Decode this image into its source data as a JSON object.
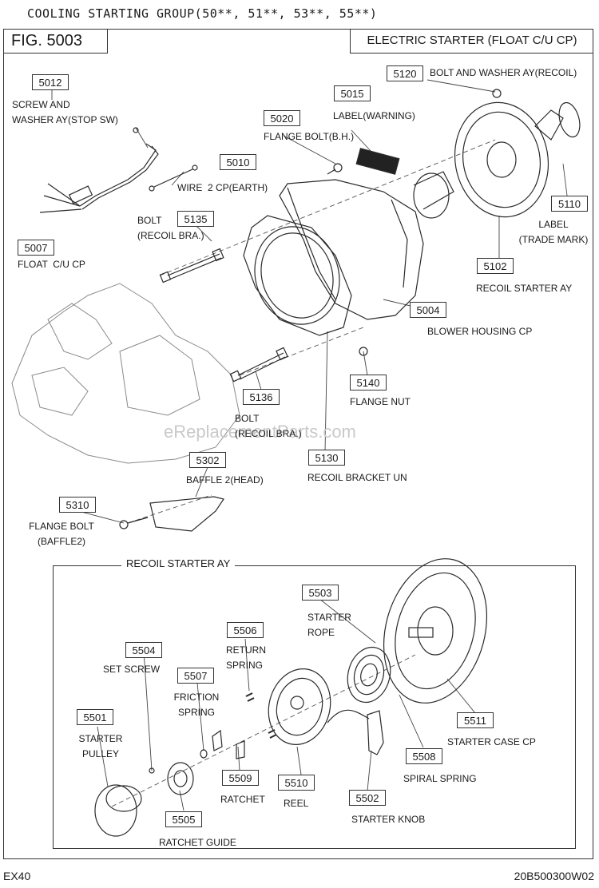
{
  "header": {
    "group_title": "COOLING STARTING GROUP(50**, 51**, 53**, 55**)",
    "figure": "FIG. 5003",
    "subtitle": "ELECTRIC STARTER (FLOAT C/U CP)"
  },
  "parts": {
    "p5012": {
      "number": "5012",
      "name": "SCREW AND\nWASHER AY(STOP SW)"
    },
    "p5007": {
      "number": "5007",
      "name": "FLOAT  C/U CP"
    },
    "p5010": {
      "number": "5010",
      "name": "WIRE  2 CP(EARTH)"
    },
    "p5135": {
      "number": "5135",
      "name": "BOLT\n(RECOIL BRA.)"
    },
    "p5020": {
      "number": "5020",
      "name": "FLANGE BOLT(B.H.)"
    },
    "p5015": {
      "number": "5015",
      "name": "LABEL(WARNING)"
    },
    "p5120": {
      "number": "5120",
      "name": "BOLT AND WASHER AY(RECOIL)"
    },
    "p5110": {
      "number": "5110",
      "name": "LABEL\n(TRADE MARK)"
    },
    "p5102": {
      "number": "5102",
      "name": "RECOIL STARTER AY"
    },
    "p5004": {
      "number": "5004",
      "name": "BLOWER HOUSING CP"
    },
    "p5140": {
      "number": "5140",
      "name": "FLANGE NUT"
    },
    "p5136": {
      "number": "5136",
      "name": "BOLT\n(RECOIL BRA.)"
    },
    "p5130": {
      "number": "5130",
      "name": "RECOIL BRACKET UN"
    },
    "p5302": {
      "number": "5302",
      "name": "BAFFLE 2(HEAD)"
    },
    "p5310": {
      "number": "5310",
      "name": "FLANGE BOLT\n(BAFFLE2)"
    },
    "p5503": {
      "number": "5503",
      "name": "STARTER\nROPE"
    },
    "p5506": {
      "number": "5506",
      "name": "RETURN\nSPRING"
    },
    "p5504": {
      "number": "5504",
      "name": "SET SCREW"
    },
    "p5507": {
      "number": "5507",
      "name": "FRICTION\nSPRING"
    },
    "p5501": {
      "number": "5501",
      "name": "STARTER\nPULLEY"
    },
    "p5511": {
      "number": "5511",
      "name": "STARTER CASE CP"
    },
    "p5508": {
      "number": "5508",
      "name": "SPIRAL SPRING"
    },
    "p5509": {
      "number": "5509",
      "name": "RATCHET"
    },
    "p5510": {
      "number": "5510",
      "name": "REEL"
    },
    "p5502": {
      "number": "5502",
      "name": "STARTER KNOB"
    },
    "p5505": {
      "number": "5505",
      "name": "RATCHET GUIDE"
    }
  },
  "inset_title": "RECOIL STARTER AY",
  "watermark": "eReplacementParts.com",
  "footer": {
    "model": "EX40",
    "doc_number": "20B500300W02"
  }
}
